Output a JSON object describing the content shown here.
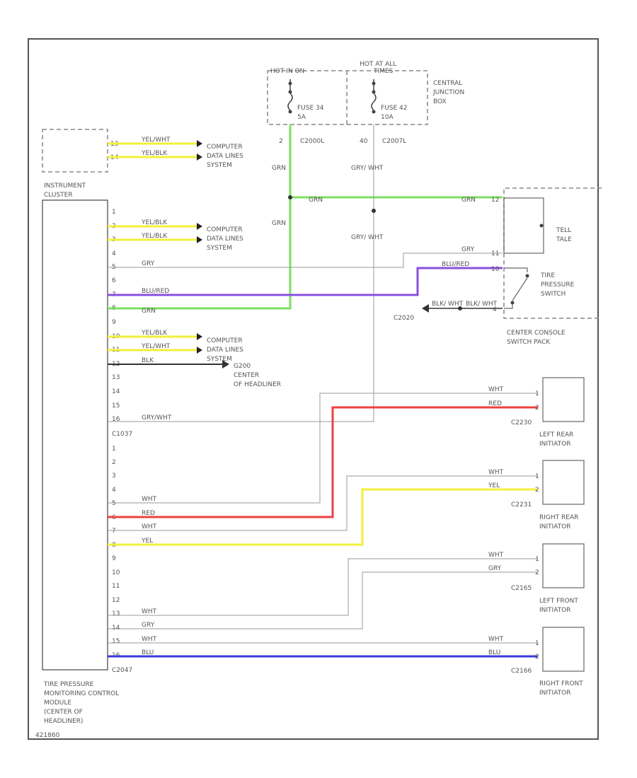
{
  "colors": {
    "GRN": "#7be061",
    "YEL": "#f2f03a",
    "RED": "#ee4040",
    "BLU": "#3b3bd8",
    "BLU_RED": "#8a4fe0",
    "THIN": "#9a9a9a",
    "BLK": "#333333"
  },
  "labels": {
    "hot_in_run": "HOT IN ON",
    "hot_at_all": "HOT AT ALL",
    "times": "TIMES",
    "fuse_a_1": "FUSE 34",
    "fuse_a_2": "5A",
    "fuse_b_1": "FUSE 42",
    "fuse_b_2": "10A",
    "cjb_1": "CENTRAL",
    "cjb_2": "JUNCTION",
    "cjb_3": "BOX",
    "pin_2": "2",
    "pin_40": "40",
    "c_a": "C2000L",
    "c_b": "C2007L",
    "ic_1": "INSTRUMENT",
    "ic_2": "CLUSTER",
    "cdl_1a": "COMPUTER",
    "cdl_1b": "DATA LINES",
    "cdl_1c": "SYSTEM",
    "cdl_2a": "COMPUTER",
    "cdl_2b": "DATA LINES",
    "cdl_2c": "SYSTEM",
    "cdl_3a": "COMPUTER",
    "cdl_3b": "DATA LINES",
    "cdl_3c": "SYSTEM",
    "g_1": "G200",
    "g_2": "CENTER",
    "g_3": "OF HEADLINER",
    "tt_1": "TELL",
    "tt_2": "TALE",
    "tps_1": "TIRE",
    "tps_2": "PRESSURE",
    "tps_3": "SWITCH",
    "ccsp_1": "CENTER CONSOLE",
    "ccsp_2": "SWITCH PACK",
    "c2020": "C2020",
    "c1037": "C1037",
    "c2047": "C2047",
    "lr_c": "C2230",
    "lr_1": "LEFT REAR",
    "lr_2": "INITIATOR",
    "rr_c": "C2231",
    "rr_1": "RIGHT REAR",
    "rr_2": "INITIATOR",
    "lf_c": "C2165",
    "lf_1": "LEFT FRONT",
    "lf_2": "INITIATOR",
    "rf_c": "C2166",
    "rf_1": "RIGHT FRONT",
    "rf_2": "INITIATOR",
    "tpm_1": "TIRE PRESSURE",
    "tpm_2": "MONITORING CONTROL",
    "tpm_3": "MODULE",
    "tpm_4": "(CENTER OF",
    "tpm_5": "HEADLINER)",
    "footer": "421860"
  },
  "wires": {
    "grn": "GRN",
    "grn_wht": "GRY/ WHT",
    "yel_wht": "YEL/WHT",
    "yel_blk": "YEL/BLK",
    "gry": "GRY",
    "blu_red": "BLU/RED",
    "blk": "BLK",
    "blk_wht": "BLK/ WHT",
    "gry_wht": "GRY/WHT",
    "wht": "WHT",
    "red": "RED",
    "yel": "YEL",
    "blu": "BLU"
  },
  "pins": {
    "ic_a": "13",
    "ic_b": "14",
    "p1": "1",
    "p2": "2",
    "p3": "3",
    "p4": "4",
    "p5": "5",
    "p6": "6",
    "p7": "7",
    "p8": "8",
    "p9": "9",
    "p10": "10",
    "p11": "11",
    "p12": "12",
    "p13": "13",
    "p14": "14",
    "p15": "15",
    "p16": "16",
    "q1": "1",
    "q2": "2",
    "q3": "3",
    "q4": "4",
    "q5": "5",
    "q6": "6",
    "q7": "7",
    "q8": "8",
    "q9": "9",
    "q10": "10",
    "q11": "11",
    "q12": "12",
    "q13": "13",
    "q14": "14",
    "q15": "15",
    "q16": "16",
    "sw12": "12",
    "sw11": "11",
    "sw10": "10",
    "sw4": "4",
    "lr1": "1",
    "lr2": "2",
    "rr1": "1",
    "rr2": "2",
    "lf1": "1",
    "lf2": "2",
    "rf1": "1",
    "rf2": "2"
  }
}
